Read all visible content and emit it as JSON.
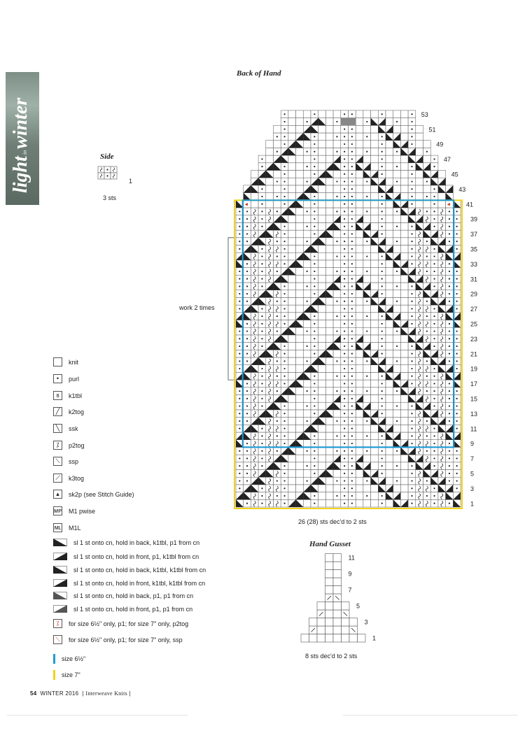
{
  "tag": {
    "word1": "light",
    "word2": "in",
    "word3": "winter"
  },
  "charts": {
    "back_of_hand": {
      "title": "Back of Hand",
      "right_labels": [
        "53",
        "51",
        "49",
        "47",
        "45",
        "43",
        "41",
        "39",
        "37",
        "35",
        "33",
        "31",
        "29",
        "27",
        "25",
        "23",
        "21",
        "19",
        "17",
        "15",
        "13",
        "11",
        "9",
        "7",
        "5",
        "3",
        "1"
      ],
      "repeat_note": "work 2 times",
      "caption": "26 (28) sts dec'd to 2 sts"
    },
    "side": {
      "title": "Side",
      "row_label": "1",
      "caption": "3 sts"
    },
    "hand_gusset": {
      "title": "Hand Gusset",
      "right_labels": [
        "11",
        "9",
        "7",
        "5",
        "3",
        "1"
      ],
      "caption": "8 sts dec'd to 2 sts"
    }
  },
  "legend": [
    {
      "icon": "knit-icon",
      "symbol": "",
      "label": "knit"
    },
    {
      "icon": "purl-icon",
      "symbol": "•",
      "label": "purl"
    },
    {
      "icon": "k1tbl-icon",
      "symbol": "ᴕ",
      "label": "k1tbl"
    },
    {
      "icon": "k2tog-icon",
      "symbol": "╱",
      "label": "k2tog"
    },
    {
      "icon": "ssk-icon",
      "symbol": "╲",
      "label": "ssk"
    },
    {
      "icon": "p2tog-icon",
      "symbol": "⁒",
      "label": "p2tog"
    },
    {
      "icon": "ssp-icon",
      "symbol": "⟍",
      "label": "ssp"
    },
    {
      "icon": "k3tog-icon",
      "symbol": "⟋",
      "label": "k3tog"
    },
    {
      "icon": "sk2p-icon",
      "symbol": "▴",
      "label": "sk2p (see Stitch Guide)"
    },
    {
      "icon": "m1-pwise-icon",
      "symbol": "ᴍᴘ",
      "label": "M1 pwise"
    },
    {
      "icon": "m1l-icon",
      "symbol": "ᴍʟ",
      "label": "M1L"
    },
    {
      "icon": "cable-1-icon",
      "label": "sl 1 st onto cn, hold in back, k1tbl, p1 from cn"
    },
    {
      "icon": "cable-2-icon",
      "label": "sl 1 st onto cn, hold in front, p1, k1tbl from cn"
    },
    {
      "icon": "cable-3-icon",
      "label": "sl 1 st onto cn, hold in back, k1tbl, k1tbl from cn"
    },
    {
      "icon": "cable-4-icon",
      "label": "sl 1 st onto cn, hold in front, k1tbl, k1tbl from cn"
    },
    {
      "icon": "cable-5-icon",
      "label": "sl 1 st onto cn, hold in back, p1, p1 from cn"
    },
    {
      "icon": "cable-6-icon",
      "label": "sl 1 st onto cn, hold in front, p1, p1 from cn"
    },
    {
      "icon": "size-red-p2tog-icon",
      "symbol": "⁒",
      "label": "for size 6½\" only, p1; for size 7\" only, p2tog"
    },
    {
      "icon": "size-red-ssp-icon",
      "symbol": "⟍",
      "label": "for size 6½\" only, p1; for size 7\" only, ssp"
    },
    {
      "icon": "size-blue-bar-icon",
      "label": "size 6½\""
    },
    {
      "icon": "size-yellow-bar-icon",
      "label": "size 7\""
    }
  ],
  "colors": {
    "blue": "#1e9ad6",
    "yellow": "#f2d21b",
    "red": "#d43a2a",
    "grid": "#555555"
  },
  "footer": {
    "page": "54",
    "issue": "WINTER 2016",
    "brand": "Interweave Knits"
  }
}
